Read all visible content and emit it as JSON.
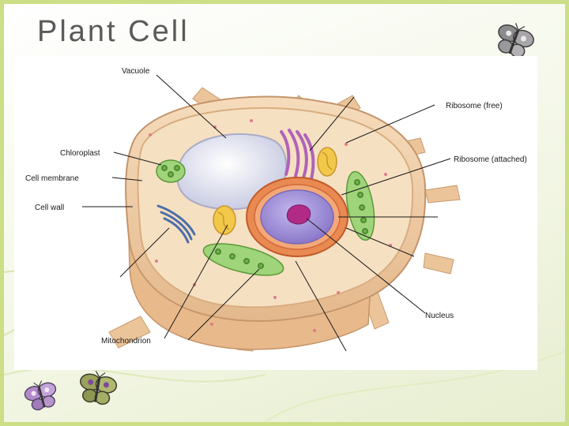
{
  "slide": {
    "title": "Plant Cell"
  },
  "diagram": {
    "labels": {
      "vacuole": "Vacuole",
      "chloroplast": "Chloroplast",
      "cell_membrane": "Cell membrane",
      "cell_wall": "Cell wall",
      "ribosome_free": "Ribosome (free)",
      "ribosome_attached": "Ribosome (attached)",
      "nucleus": "Nucleus",
      "mitochondrion": "Mitochondrion"
    }
  },
  "colors": {
    "frame": "#ccde86",
    "title": "#5a5a5a",
    "cell_wall": "#efc9a0",
    "cytoplasm": "#f4dcbd",
    "vacuole": "#e4e6f2",
    "chloroplast": "#9fd47a",
    "nucleus": "#a394d8",
    "nucleolus": "#b02a86",
    "mitochondrion": "#f2c84a"
  },
  "decorations": {
    "butterfly_icon": "butterfly"
  }
}
